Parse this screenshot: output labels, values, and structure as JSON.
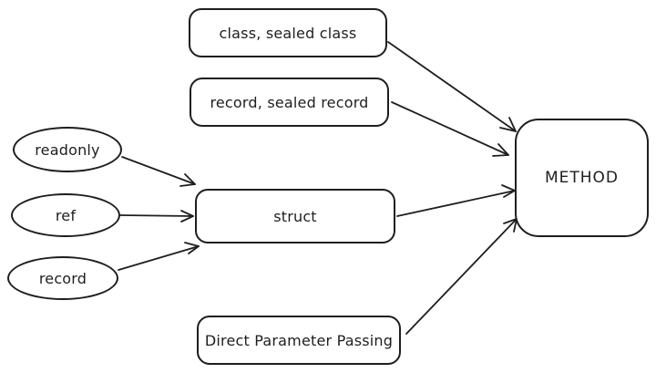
{
  "nodes": {
    "class": "class, sealed class",
    "record_class": "record, sealed record",
    "readonly": "readonly",
    "ref": "ref",
    "record": "record",
    "struct": "struct",
    "direct": "Direct Parameter Passing",
    "method": "METHOD"
  },
  "edges": [
    {
      "from": "class",
      "to": "method"
    },
    {
      "from": "record_class",
      "to": "method"
    },
    {
      "from": "readonly",
      "to": "struct"
    },
    {
      "from": "ref",
      "to": "struct"
    },
    {
      "from": "record",
      "to": "struct"
    },
    {
      "from": "struct",
      "to": "method"
    },
    {
      "from": "direct",
      "to": "method"
    }
  ]
}
